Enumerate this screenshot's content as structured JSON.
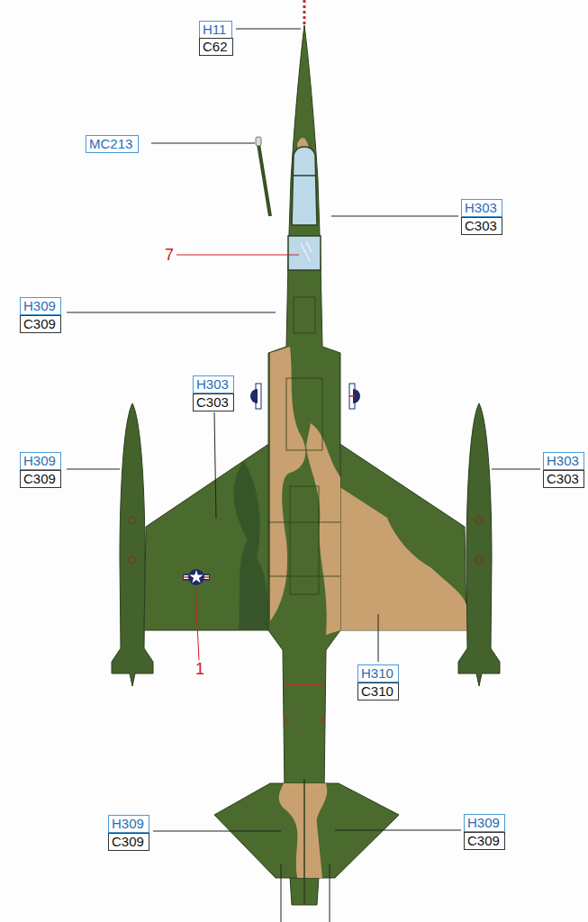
{
  "diagram": {
    "nodes": [
      {
        "text": [
          "H11"
        ]
      },
      {
        "text": [
          "C62"
        ]
      },
      {
        "text": [
          "MC213"
        ]
      },
      {
        "text": [
          "H303"
        ]
      },
      {
        "text": [
          "C303"
        ]
      },
      {
        "text": [
          "H309"
        ]
      },
      {
        "text": [
          "C309"
        ]
      },
      {
        "text": [
          "H303"
        ]
      },
      {
        "text": [
          "C303"
        ]
      },
      {
        "text": [
          "H309"
        ]
      },
      {
        "text": [
          "C309"
        ]
      },
      {
        "text": [
          "H303"
        ]
      },
      {
        "text": [
          "C303"
        ]
      },
      {
        "text": [
          "H310"
        ]
      },
      {
        "text": [
          "C310"
        ]
      },
      {
        "text": [
          "H309"
        ]
      },
      {
        "text": [
          "C309"
        ]
      },
      {
        "text": [
          "H309"
        ]
      },
      {
        "text": [
          "C309"
        ]
      }
    ],
    "labels": [
      "7",
      "1"
    ]
  }
}
